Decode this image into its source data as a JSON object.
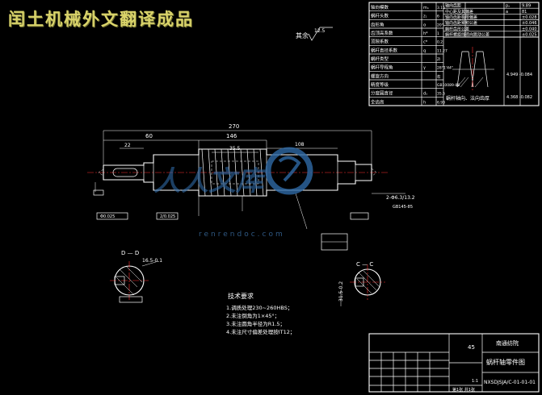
{
  "brand_title": "闰土机械外文翻译成品",
  "roughness": {
    "label": "其余",
    "value": "12.5"
  },
  "params_left": [
    {
      "name": "轴向模数",
      "sym": "mₓ",
      "val": "3.15"
    },
    {
      "name": "蜗杆头数",
      "sym": "z₁",
      "val": "6"
    },
    {
      "name": "齿形角",
      "sym": "α",
      "val": "20°"
    },
    {
      "name": "齿顶高系数",
      "sym": "h*",
      "val": "1"
    },
    {
      "name": "顶隙系数",
      "sym": "c*",
      "val": "0.2"
    },
    {
      "name": "蜗杆直径系数",
      "sym": "q",
      "val": "11.27"
    },
    {
      "name": "蜗杆类型",
      "sym": "",
      "val": "ZI"
    },
    {
      "name": "蜗杆导程角",
      "sym": "γ",
      "val": "28°1'44\""
    },
    {
      "name": "螺旋方向",
      "sym": "",
      "val": "右"
    },
    {
      "name": "精度等级",
      "sym": "",
      "val": "GB10089-88"
    },
    {
      "name": "分度圆直径",
      "sym": "d₁",
      "val": "35.5"
    },
    {
      "name": "全齿高",
      "sym": "h",
      "val": "6.93"
    }
  ],
  "params_right": [
    {
      "name": "轴向齿距",
      "sym": "pₓ",
      "val": "9.89"
    },
    {
      "name": "中心距及其偏差",
      "sym": "a",
      "val": "81"
    },
    {
      "name": "轴向齿距极限偏差",
      "sym": "",
      "val": "±0.028"
    },
    {
      "name": "轴向齿距累积公差",
      "sym": "",
      "val": "±0.046"
    },
    {
      "name": "蜗杆齿形公差",
      "sym": "",
      "val": "±0.040"
    },
    {
      "name": "蜗杆螺旋线径向跳动公差",
      "sym": "",
      "val": "±0.025"
    }
  ],
  "tooth_section_caption": "蜗杆轴向、法向齿厚",
  "tooth_thickness_values": [
    "4.949 -0.084",
    "4.368 -0.082"
  ],
  "dimensions": {
    "overall_length": "270",
    "d1": "60",
    "d2": "22",
    "d3": "146",
    "d4": "35.5",
    "d5": "108",
    "tol1": "2-Φ6.3/13.2",
    "tol2": "GB145-85",
    "ref": "2/0.025",
    "sect1": "Φ0.025",
    "key1": "16.5-0.1",
    "key2": "31.5-0.2"
  },
  "section_labels": {
    "dd": "D — D",
    "cc": "C — C"
  },
  "tech_requirements": {
    "title": "技术要求",
    "items": [
      "1.调质处理230~260HBS；",
      "2.未注倒角为1×45°；",
      "3.未注圆角半径为R1.5；",
      "4.未注尺寸偏差处理按IT12；"
    ]
  },
  "title_block": {
    "material": "45",
    "school": "南通纺院",
    "drawing_name": "蜗杆轴零件图",
    "drawing_no": "NXSDJSJA/C-01-01-01",
    "scale": "1:1",
    "sheet": "第1张  共1张"
  },
  "watermark": {
    "brand": "人人文库",
    "url": "renrendoc.com"
  }
}
